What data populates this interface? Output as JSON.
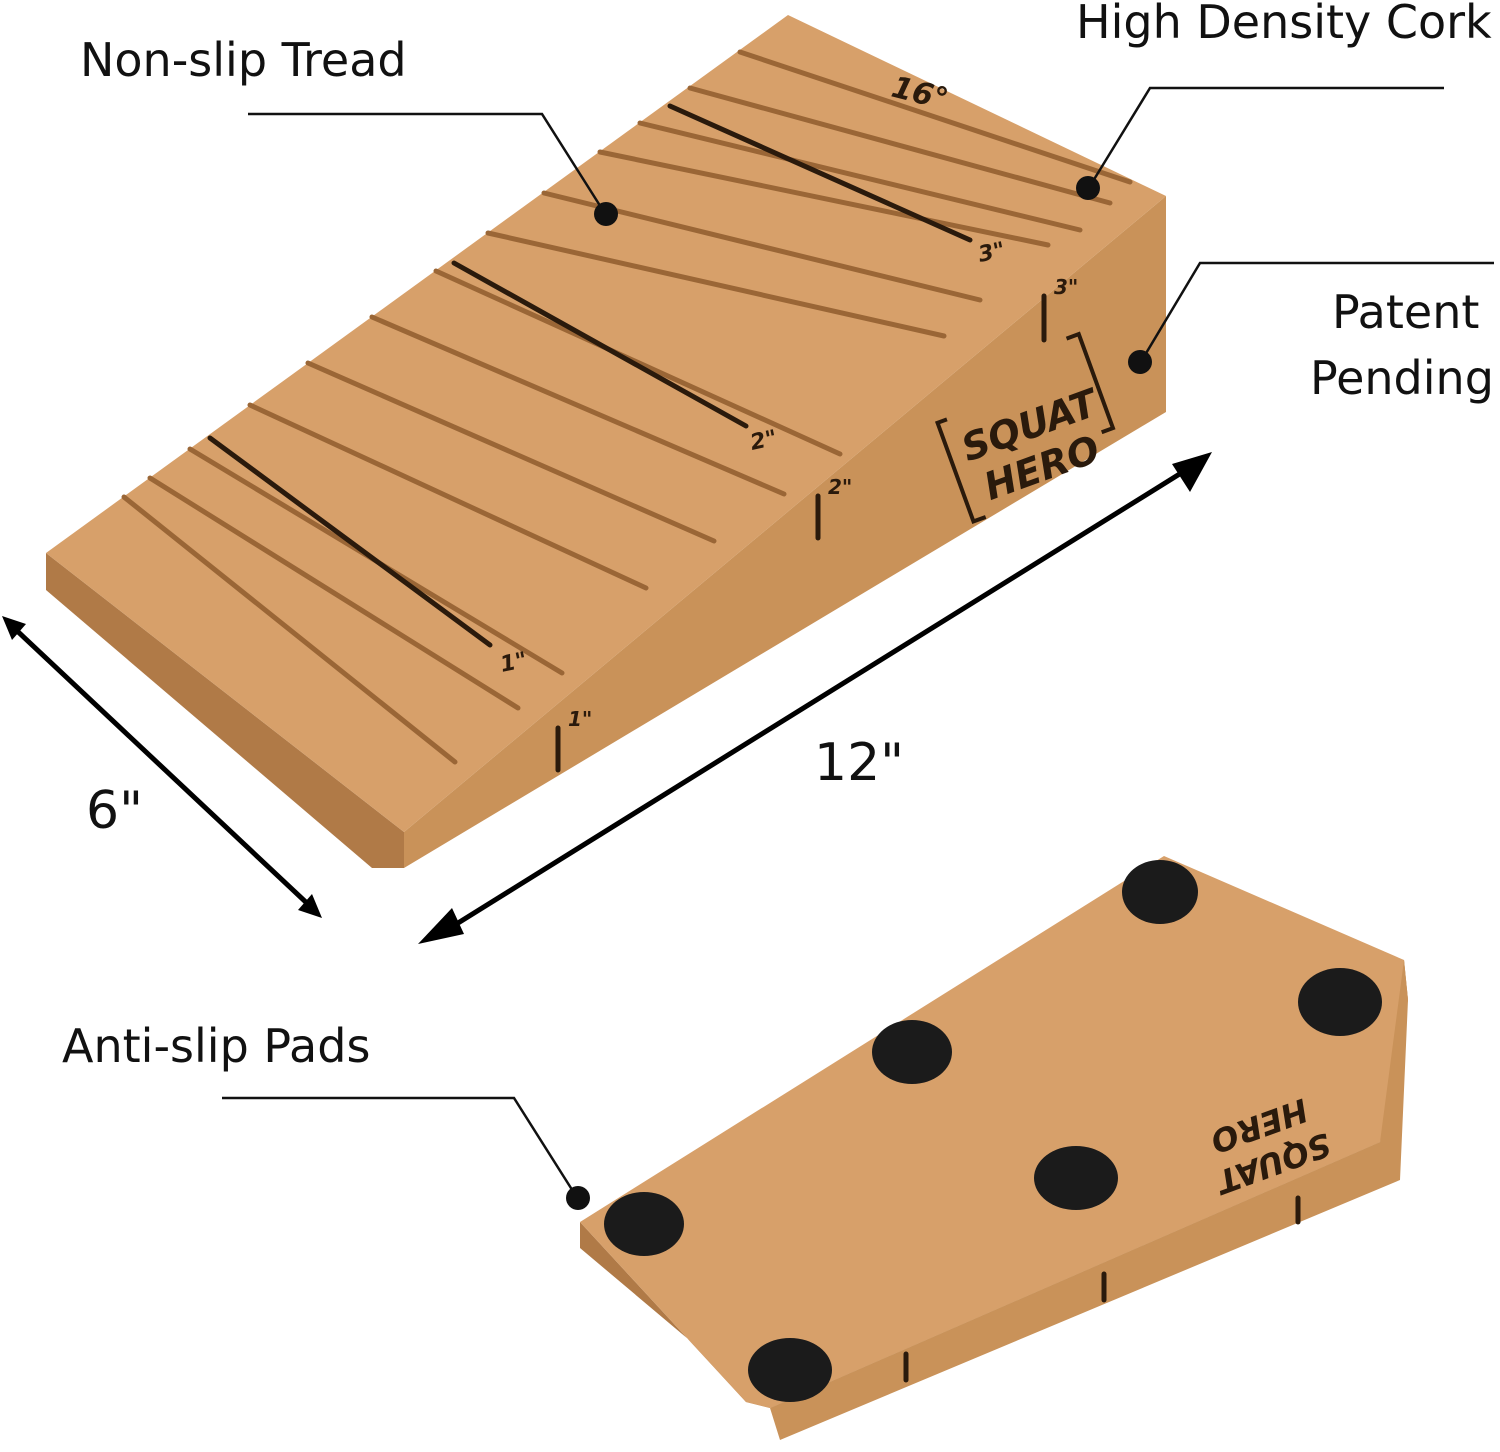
{
  "labels": {
    "non_slip_tread": "Non-slip Tread",
    "high_density_cork": "High Density Cork",
    "patent_pending_line1": "Patent",
    "patent_pending_line2": "Pending",
    "anti_slip_pads": "Anti-slip Pads"
  },
  "dimensions": {
    "width": "6\"",
    "length": "12\""
  },
  "wedge_markings": {
    "angle": "16°",
    "top_1": "1\"",
    "top_2": "2\"",
    "top_3": "3\"",
    "side_1": "1\"",
    "side_2": "2\"",
    "side_3": "3\""
  },
  "brand": {
    "line1": "SQUAT",
    "line2": "HERO"
  },
  "colors": {
    "cork": "#d7a06a",
    "pad": "#1b1b1b",
    "ink": "#111111"
  }
}
